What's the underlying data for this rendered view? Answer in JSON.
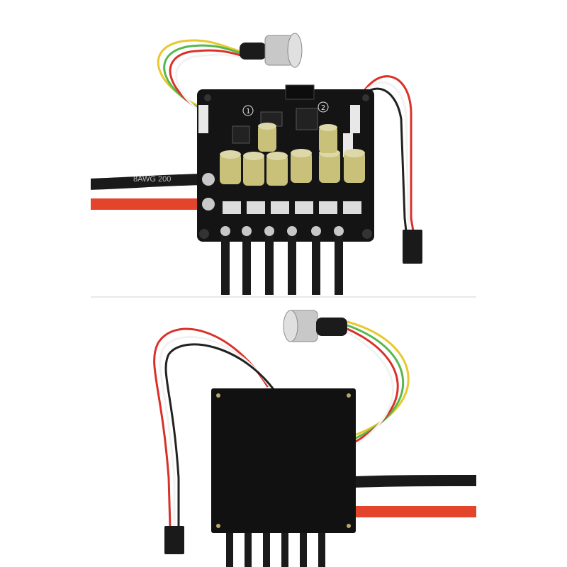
{
  "photos": {
    "top": {
      "cable_print": "8AWG 200",
      "plus_mark": "+",
      "circle_labels": [
        "1",
        "2"
      ]
    },
    "bottom": {}
  },
  "colors": {
    "board": "#141414",
    "capacitor": "#c9c07a",
    "power_black": "#1a1a1a",
    "power_red": "#e2452b",
    "wire_red": "#d9312a",
    "wire_black": "#222222",
    "wire_white": "#f2f2f2",
    "wire_yellow": "#e8c82e",
    "wire_green": "#57b84e",
    "wire_blue": "#4a6fc9",
    "metal": "#c8c8c8"
  }
}
